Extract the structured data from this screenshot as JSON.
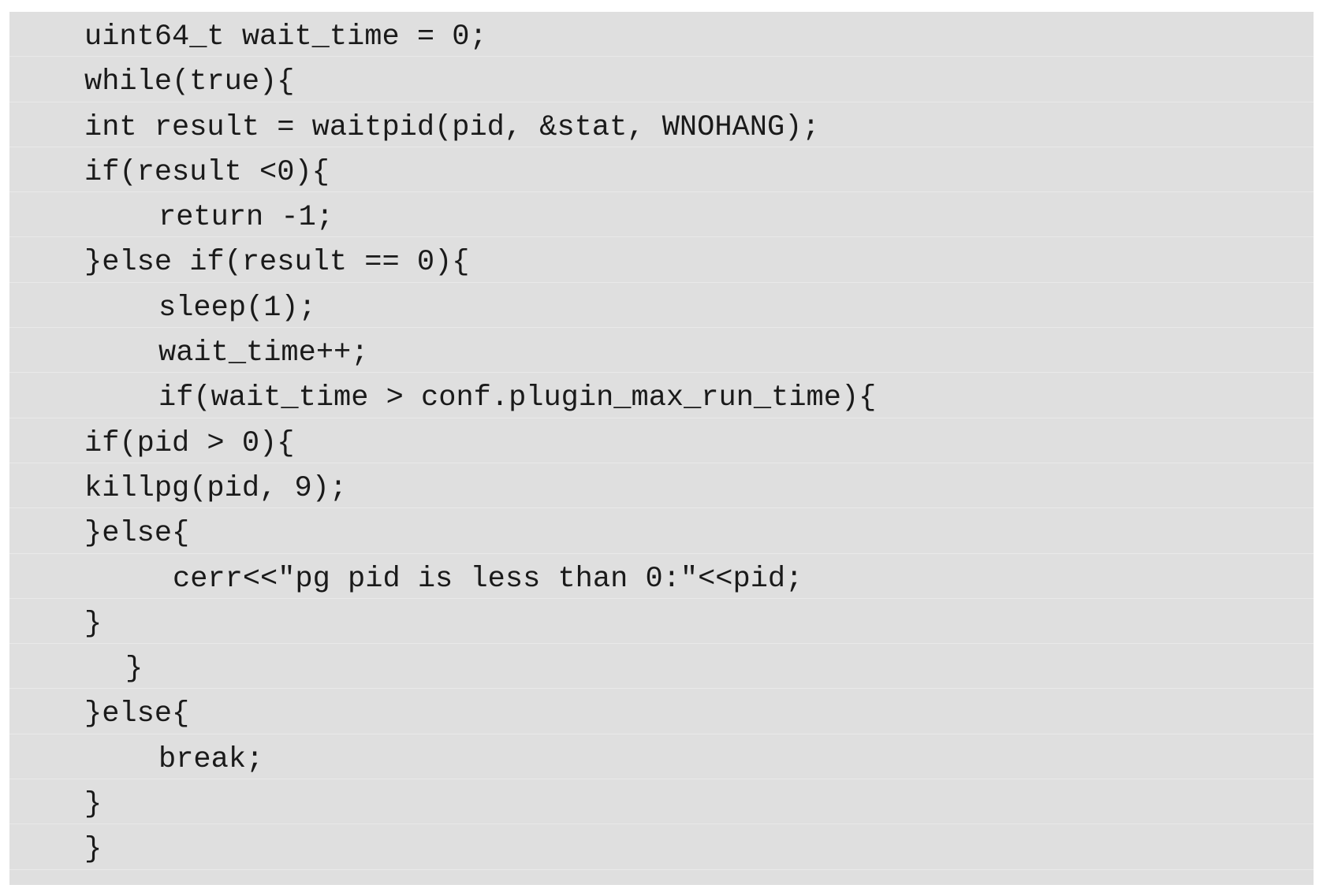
{
  "code": {
    "lines": [
      {
        "text": "uint64_t wait_time = 0;",
        "indent": 0
      },
      {
        "text": "while(true){",
        "indent": 0
      },
      {
        "text": "int result = waitpid(pid, &stat, WNOHANG);",
        "indent": 0
      },
      {
        "text": "if(result <0){",
        "indent": 0
      },
      {
        "text": "return -1;",
        "indent": 1
      },
      {
        "text": "}else if(result == 0){",
        "indent": 0
      },
      {
        "text": "sleep(1);",
        "indent": 1
      },
      {
        "text": "wait_time++;",
        "indent": 1
      },
      {
        "text": "if(wait_time > conf.plugin_max_run_time){",
        "indent": 1
      },
      {
        "text": "if(pid > 0){",
        "indent": 0
      },
      {
        "text": "killpg(pid, 9);",
        "indent": 0
      },
      {
        "text": "}else{",
        "indent": 0
      },
      {
        "text": "cerr<<\"pg pid is less than 0:\"<<pid;",
        "indent": 2
      },
      {
        "text": "}",
        "indent": 0
      },
      {
        "text": "}",
        "indent": 3
      },
      {
        "text": "}else{",
        "indent": 0
      },
      {
        "text": "break;",
        "indent": 1
      },
      {
        "text": "}",
        "indent": 0
      },
      {
        "text": "}",
        "indent": 0
      }
    ]
  }
}
